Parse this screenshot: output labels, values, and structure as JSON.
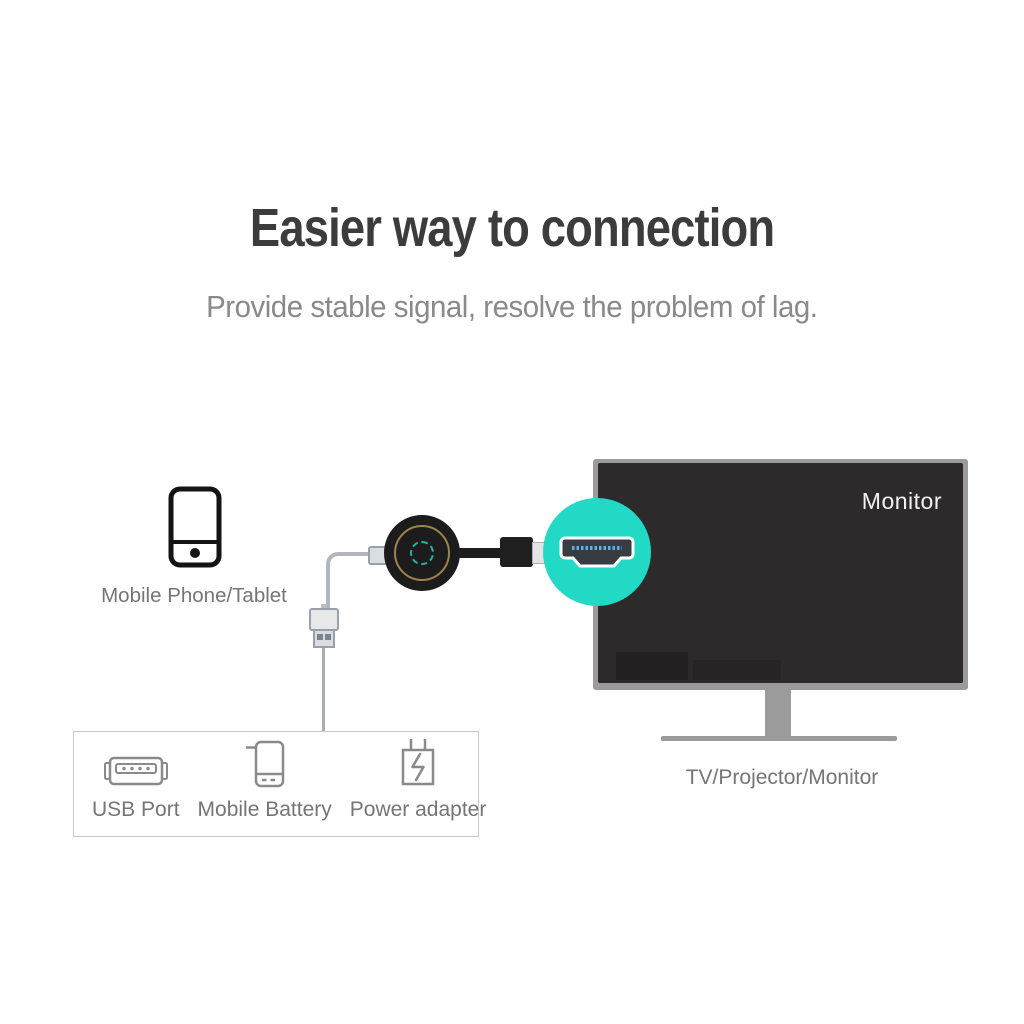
{
  "colors": {
    "accent_teal": "#21D9C4",
    "title_text": "#3C3C3C",
    "subtitle_text": "#8A8A8A",
    "label_text": "#757575",
    "monitor_bezel": "#9B9B9B",
    "monitor_screen": "#2D2A2C",
    "monitor_label_text": "#F2F2F2",
    "icon_stroke": "#8A8A8A",
    "phone_icon_stroke": "#141414",
    "cable_stroke": "#B3B7BD",
    "dongle_body": "#1C1C1C",
    "dongle_ring_gold": "#B39558",
    "dongle_ring_teal": "#27B3A2",
    "hdmi_pins_blue": "#5FB0E8",
    "hdmi_port_fill": "#363C42",
    "box_border": "#C9C9C9"
  },
  "header": {
    "title": "Easier way to connection",
    "subtitle": "Provide stable signal, resolve the problem of lag."
  },
  "source_device": {
    "label": "Mobile Phone/Tablet",
    "icon": "smartphone-icon"
  },
  "display_device": {
    "screen_label": "Monitor",
    "label": "TV/Projector/Monitor",
    "icon": "monitor-icon"
  },
  "dongle": {
    "icon": "wireless-display-dongle-icon",
    "highlight_icon": "hdmi-port-icon"
  },
  "power_box": {
    "items": [
      {
        "label": "USB Port",
        "icon": "usb-port-icon"
      },
      {
        "label": "Mobile Battery",
        "icon": "mobile-battery-icon"
      },
      {
        "label": "Power adapter",
        "icon": "power-adapter-icon"
      }
    ]
  }
}
